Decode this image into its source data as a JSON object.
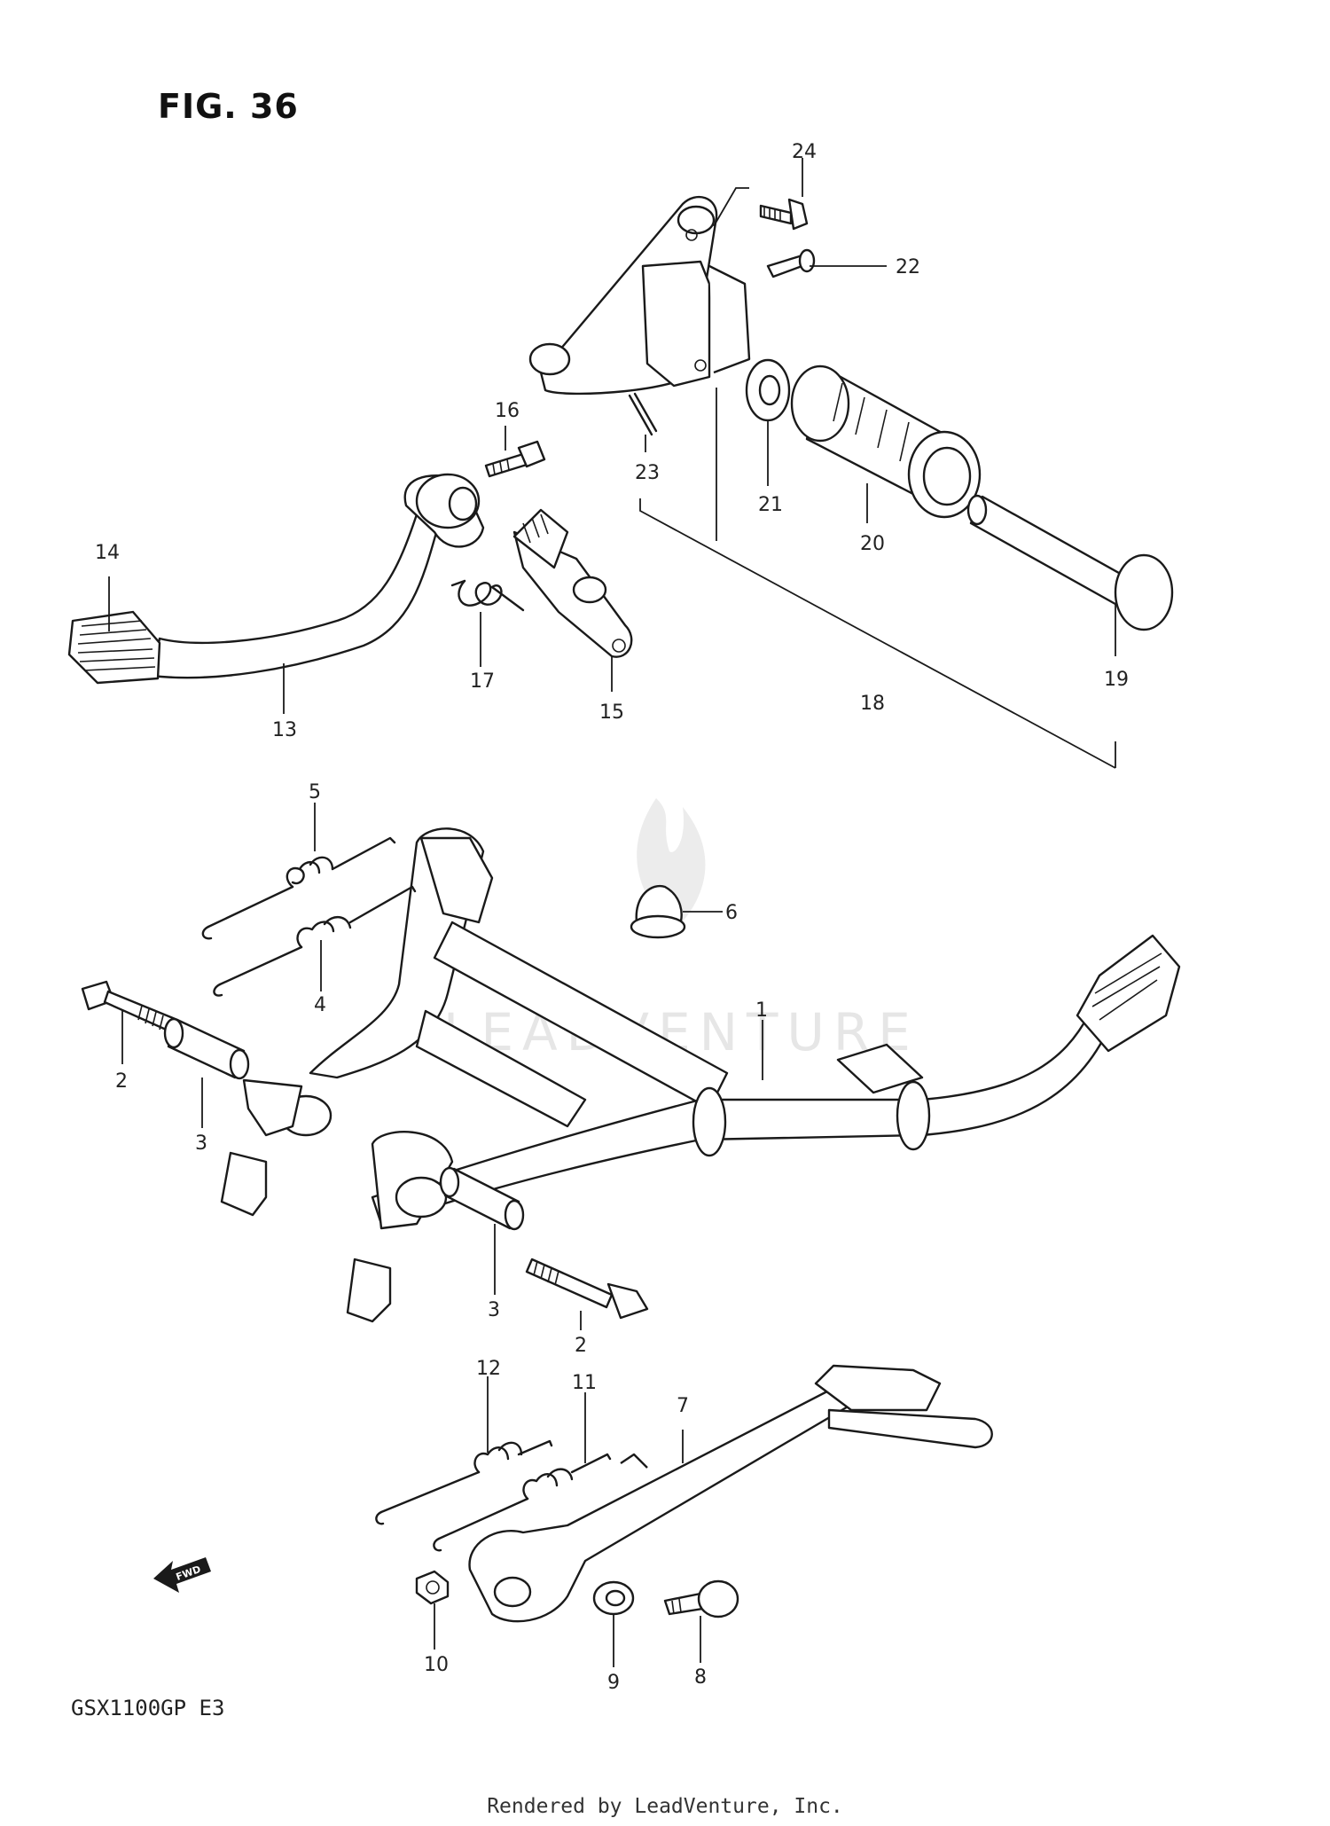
{
  "figure": {
    "title": "FIG. 36",
    "model": "GSX1100GP E3",
    "watermark": "LEADVENTURE",
    "footer": "Rendered by LeadVenture, Inc."
  },
  "fwd_label": "FWD",
  "callouts": {
    "c1": "1",
    "c2a": "2",
    "c2b": "2",
    "c3a": "3",
    "c3b": "3",
    "c4": "4",
    "c5": "5",
    "c6": "6",
    "c7": "7",
    "c8": "8",
    "c9": "9",
    "c10": "10",
    "c11": "11",
    "c12": "12",
    "c13": "13",
    "c14": "14",
    "c15": "15",
    "c16": "16",
    "c17": "17",
    "c18": "18",
    "c19": "19",
    "c20": "20",
    "c21": "21",
    "c22": "22",
    "c23": "23",
    "c24": "24"
  }
}
